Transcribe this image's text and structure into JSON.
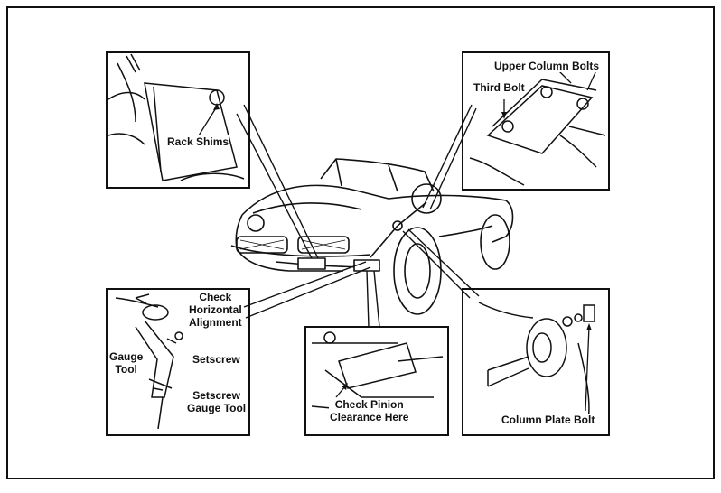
{
  "labels": {
    "rack_shims": "Rack Shims",
    "upper_column_bolts": "Upper Column Bolts",
    "third_bolt": "Third Bolt",
    "check_horizontal_alignment": [
      "Check",
      "Horizontal",
      "Alignment"
    ],
    "setscrew": "Setscrew",
    "gauge_tool": [
      "Gauge",
      "Tool"
    ],
    "setscrew_gauge_tool": [
      "Setscrew",
      "Gauge Tool"
    ],
    "check_pinion_clearance": [
      "Check Pinion",
      "Clearance Here"
    ],
    "column_plate_bolt": "Column Plate Bolt"
  }
}
